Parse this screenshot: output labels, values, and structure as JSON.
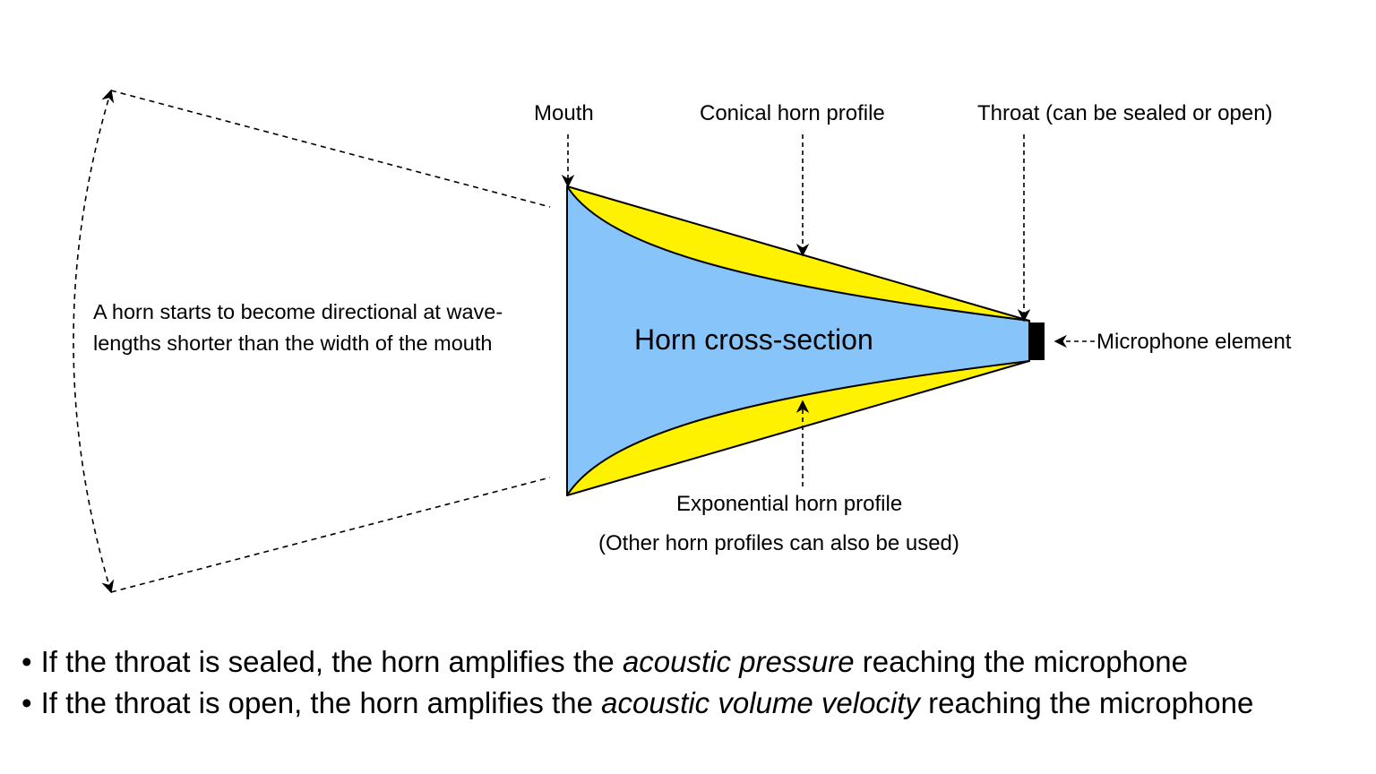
{
  "diagram": {
    "title": "Horn cross-section",
    "labels": {
      "mouth": "Mouth",
      "conical": "Conical horn profile",
      "throat": "Throat (can be sealed or open)",
      "microphone": "Microphone element",
      "exponential": "Exponential horn profile",
      "other_profiles": "(Other horn profiles can also be used)"
    },
    "directional_note": {
      "line1": "A horn starts to become directional at wave-",
      "line2": "lengths shorter than the width of the mouth"
    },
    "colors": {
      "horn_fill": "#87c4fa",
      "profile_gap": "#fff200",
      "microphone": "#000000",
      "stroke": "#000000"
    }
  },
  "bullets": [
    {
      "pre": "If the throat is sealed, the horn amplifies the ",
      "em": "acoustic pressure",
      "post": " reaching the microphone"
    },
    {
      "pre": "If the throat is open, the horn amplifies the ",
      "em": "acoustic volume velocity",
      "post": " reaching the microphone"
    }
  ],
  "bullet_symbol": "•"
}
